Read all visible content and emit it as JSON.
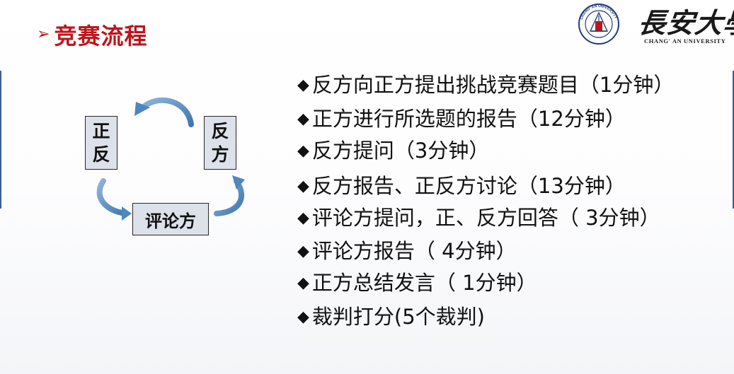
{
  "title": {
    "marker": "➢",
    "text": "竞赛流程"
  },
  "logo": {
    "name_cn": "長安大學",
    "name_en": "CHANG' AN UNIVERSITY",
    "seal_text": "CHANG' AN UNIVERSITY"
  },
  "diagram": {
    "proponent": [
      "正",
      "反"
    ],
    "opponent": [
      "反",
      "方"
    ],
    "reviewer": "评论方"
  },
  "bullet": "◆",
  "steps": [
    "反方向正方提出挑战竞赛题目（1分钟）",
    "正方进行所选题的报告（12分钟）",
    "反方提问（3分钟）",
    "反方报告、正反方讨论（13分钟）",
    "评论方提问，正、反方回答（ 3分钟）",
    "评论方报告（ 4分钟）",
    "正方总结发言（ 1分钟）",
    "裁判打分(5个裁判)"
  ],
  "colors": {
    "title": "#c0141b",
    "arrow": "#5b8fc2",
    "box_fill": "#dde1ea",
    "accent_bar": "#3b5f8f"
  }
}
